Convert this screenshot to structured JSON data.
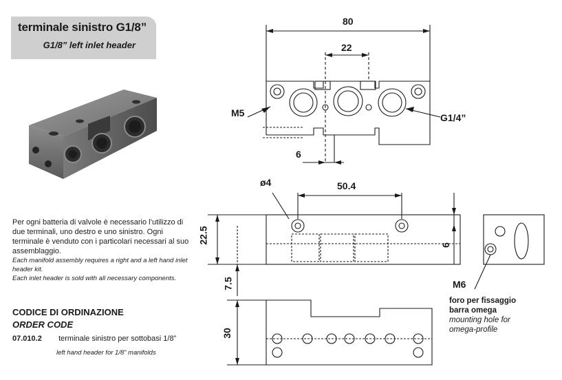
{
  "title": {
    "main": "terminale sinistro G1/8”",
    "sub": "G1/8” left inlet header"
  },
  "description": {
    "it": "Per ogni batteria di valvole è necessario l’utilizzo di due terminali, uno destro e uno sinistro. Ogni terminale è venduto con i particolari necessari al suo assemblaggio.",
    "en1": "Each manifold assembly requires a right and a left hand inlet header kit.",
    "en2": "Each inlet header is sold with all necessary components."
  },
  "order": {
    "title_it": "CODICE DI ORDINAZIONE",
    "title_en": "ORDER CODE",
    "items": [
      {
        "code": "07.010.2",
        "desc_it": "terminale sinistro per sottobasi 1/8”",
        "desc_en": "left hand header for 1/8” manifolds"
      }
    ]
  },
  "dimensions": {
    "top_width": "80",
    "top_pitch": "22",
    "top_offset": "6",
    "hole_dia": "ø4",
    "hole_pitch": "50.4",
    "height": "22.5",
    "hole_height": "7.5",
    "side_dim": "6",
    "bottom_depth": "30"
  },
  "labels": {
    "m5": "M5",
    "g14": "G1/4”",
    "m6": "M6",
    "note_it1": "foro per fissaggio",
    "note_it2": "barra omega",
    "note_en1": "mounting hole for",
    "note_en2": "omega-profile"
  }
}
